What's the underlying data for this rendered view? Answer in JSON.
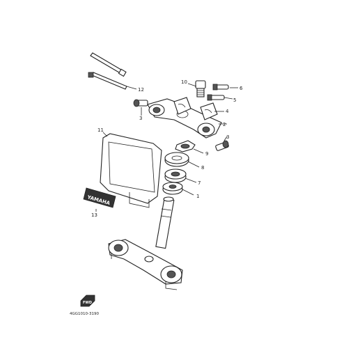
{
  "callouts": [
    "1",
    "2",
    "3",
    "3",
    "4",
    "5",
    "6",
    "7",
    "8",
    "9",
    "10",
    "11",
    "12",
    "13"
  ],
  "emblem_text": "YAMAHA",
  "fwd_text": "FWD",
  "diagram_code": "4GG1010-3190",
  "colors": {
    "ink": "#222222",
    "background": "#ffffff"
  }
}
